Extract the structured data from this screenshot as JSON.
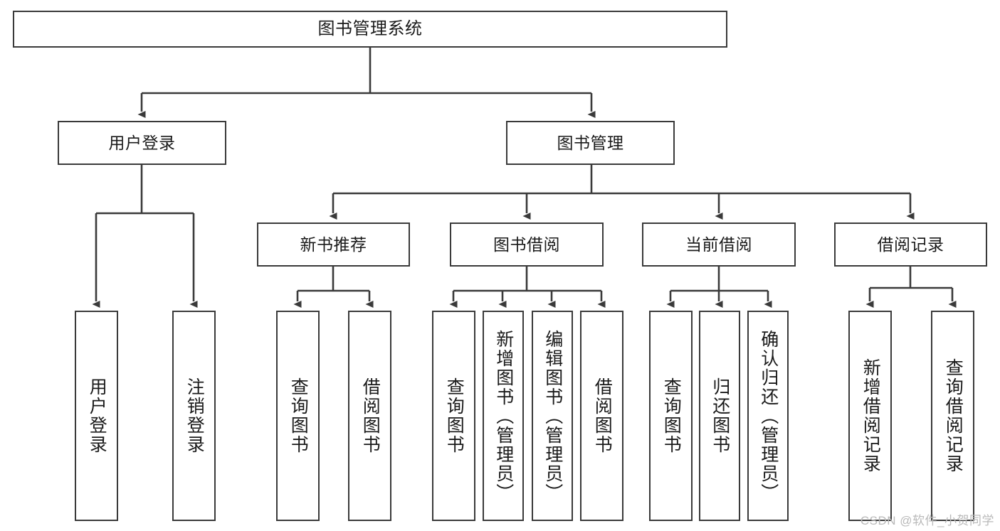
{
  "diagram": {
    "title": "图书管理系统",
    "watermark": "CSDN @软件_小贺同学",
    "edge_color": "#3a3a3a",
    "box_border_color": "#3a3a3a",
    "background_color": "#ffffff",
    "text_color": "#1a1a1a",
    "nodes": {
      "root": {
        "label": "图书管理系统"
      },
      "level2": [
        {
          "id": "user-login",
          "label": "用户登录"
        },
        {
          "id": "book-management",
          "label": "图书管理"
        }
      ],
      "level3": [
        {
          "id": "new-book-recommend",
          "label": "新书推荐"
        },
        {
          "id": "book-borrow",
          "label": "图书借阅"
        },
        {
          "id": "current-borrow",
          "label": "当前借阅"
        },
        {
          "id": "borrow-record",
          "label": "借阅记录"
        }
      ],
      "leaves": {
        "user-login": [
          {
            "id": "leaf-user-login",
            "label": "用户登录"
          },
          {
            "id": "leaf-logout-login",
            "label": "注销登录"
          }
        ],
        "new-book-recommend": [
          {
            "id": "leaf-query-book-1",
            "label": "查询图书"
          },
          {
            "id": "leaf-borrow-book-1",
            "label": "借阅图书"
          }
        ],
        "book-borrow": [
          {
            "id": "leaf-query-book-2",
            "label": "查询图书"
          },
          {
            "id": "leaf-add-book",
            "label": "新增图书（管理员）"
          },
          {
            "id": "leaf-edit-book",
            "label": "编辑图书（管理员）"
          },
          {
            "id": "leaf-borrow-book-2",
            "label": "借阅图书"
          }
        ],
        "current-borrow": [
          {
            "id": "leaf-query-book-3",
            "label": "查询图书"
          },
          {
            "id": "leaf-return-book",
            "label": "归还图书"
          },
          {
            "id": "leaf-confirm-return",
            "label": "确认归还（管理员）"
          }
        ],
        "borrow-record": [
          {
            "id": "leaf-add-record",
            "label": "新增借阅记录"
          },
          {
            "id": "leaf-query-record",
            "label": "查询借阅记录"
          }
        ]
      }
    }
  }
}
